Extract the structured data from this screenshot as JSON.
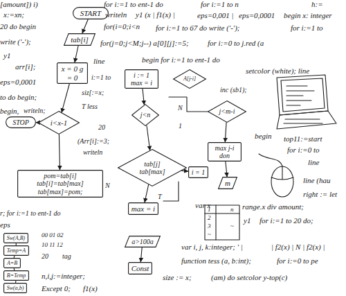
{
  "diagram": {
    "nodes": [
      {
        "text": [
          "START"
        ]
      },
      {
        "text": [
          "tab[i]"
        ]
      },
      {
        "text": [
          "x = 0 g = 0"
        ]
      },
      {
        "text": [
          "i<x-1"
        ]
      },
      {
        "text": [
          "STOP"
        ]
      },
      {
        "text": [
          "pom=tab[i] tab[i]=tab[max] tab[max]=pom;"
        ]
      },
      {
        "text": [
          "i := 1 max = i"
        ]
      },
      {
        "text": [
          "j<n"
        ]
      },
      {
        "text": [
          "tab[j] tab[max]"
        ]
      },
      {
        "text": [
          "max = i"
        ]
      },
      {
        "text": [
          "a>100a"
        ]
      },
      {
        "text": [
          "Const"
        ]
      },
      {
        "text": [
          "A[j-i]"
        ]
      },
      {
        "text": [
          "j<m-i"
        ]
      },
      {
        "text": [
          "max j-i don"
        ]
      },
      {
        "text": [
          "i = 1"
        ]
      },
      {
        "text": [
          "m"
        ]
      },
      {
        "text": [
          "Sw(A,B)"
        ]
      },
      {
        "text": [
          "Temp=A"
        ]
      },
      {
        "text": [
          "A=B"
        ]
      },
      {
        "text": [
          "B=Temp"
        ]
      },
      {
        "text": [
          "Sw(a,b)"
        ]
      }
    ],
    "edges": [
      {
        "from": 0,
        "to": 1,
        "arrow": "to"
      },
      {
        "from": 1,
        "to": 2,
        "arrow": "to"
      },
      {
        "from": 2,
        "to": 3,
        "arrow": "to"
      },
      {
        "from": 3,
        "to": 4,
        "arrow": "to"
      },
      {
        "from": 3,
        "to": 5,
        "arrow": "to"
      },
      {
        "from": 6,
        "to": 7,
        "arrow": "to"
      },
      {
        "from": 7,
        "to": 8,
        "arrow": "to"
      },
      {
        "from": 8,
        "to": 9,
        "arrow": "to"
      },
      {
        "from": 8,
        "to": 15,
        "arrow": "to"
      },
      {
        "from": 10,
        "to": 11,
        "arrow": "to"
      },
      {
        "from": 13,
        "to": 14,
        "arrow": "to"
      },
      {
        "from": 14,
        "to": 16,
        "arrow": "to"
      },
      {
        "from": 17,
        "to": 18,
        "arrow": "none"
      },
      {
        "from": 18,
        "to": 19,
        "arrow": "none"
      },
      {
        "from": 19,
        "to": 20,
        "arrow": "none"
      },
      {
        "from": 20,
        "to": 21,
        "arrow": "none"
      }
    ],
    "labels": [
      "[amount]) i)",
      "for i:=1 to ent-1 do",
      "for i:=1 to n",
      "h:=",
      "x:=xn;",
      "writeln",
      "y1 (x | f1(x) |",
      "eps=0,001 |",
      "eps=0,0001",
      "begin x: integer",
      "20 do begin",
      "for(i=0;i<n",
      "for i:=1 to 67 do write ('-');",
      "for i:=1 to",
      "write ('-');",
      "for(j=0;j<M;j--) a[0][j]:=5;",
      "for i:=0 to j.red (a",
      "y1",
      "arr[i];",
      "line",
      "begin for i:=1 to ent-1 do",
      "setcolor (white); line",
      "eps=0,0001",
      "siz[:=x;",
      "to do begin;",
      "T less",
      "begin,",
      "writeln;",
      "20",
      "inc (sb1);",
      "r; for i:=1 to ent-1 do",
      "writeln",
      "(Arr[i]:=3;",
      "i:=1 to",
      "N",
      "1",
      "N",
      "T",
      "begin",
      "top11:=start",
      "for i:=0 to",
      "line",
      "line (hau",
      "right := let",
      "var x",
      "range.x div amount;",
      "y1",
      "for i:=1 to 20 do;",
      "var i, j, k:integer; ' |",
      "| f2(x) | N | f2(x) |",
      "function tess (a, b:int);",
      "for i:=0 to pe",
      "size := x;",
      "(am) do setcolor y-top(c)",
      "eps",
      "00 01 02",
      "10 11 12",
      "20",
      "tag",
      "n,i,j:=integer;",
      "Except 0;",
      "f1(x)",
      "1",
      "2",
      "3",
      "~",
      "n",
      "~"
    ]
  }
}
